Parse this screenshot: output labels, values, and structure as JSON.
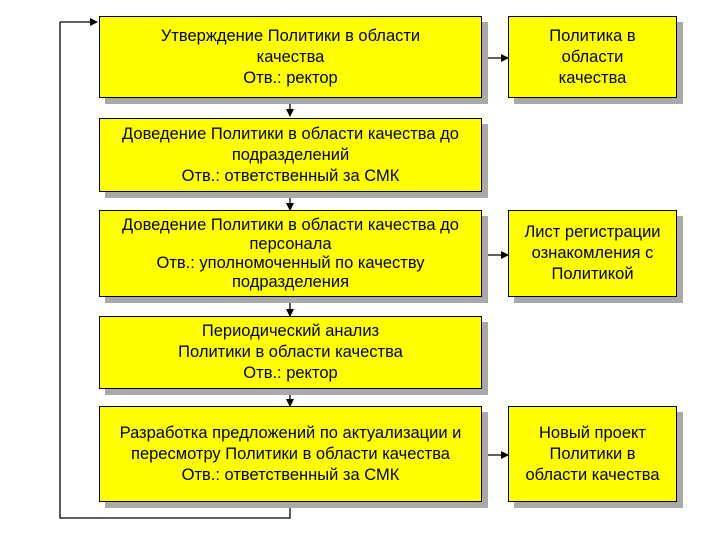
{
  "steps": [
    {
      "text": "Утверждение Политики в области качества",
      "resp": "Отв.: ректор"
    },
    {
      "text": "Доведение Политики в области качества до подразделений",
      "resp": "Отв.: ответственный за СМК"
    },
    {
      "text": "Доведение Политики в области качества до персонала",
      "resp": "Отв.: уполномоченный по качеству подразделения"
    },
    {
      "text": "Периодический анализ Политики в области качества",
      "resp": "Отв.: ректор"
    },
    {
      "text": "Разработка предложений по актуализации и пересмотру Политики в области качества",
      "resp": "Отв.: ответственный за СМК"
    }
  ],
  "outputs": [
    {
      "text": "Политика в области качества"
    },
    {
      "text": "Лист регистрации ознакомления с Политикой"
    },
    {
      "text": "Новый проект Политики в области качества"
    }
  ],
  "colors": {
    "box_fill": "#ffff00",
    "box_shadow": "#a9a9a9",
    "line": "#000000"
  }
}
